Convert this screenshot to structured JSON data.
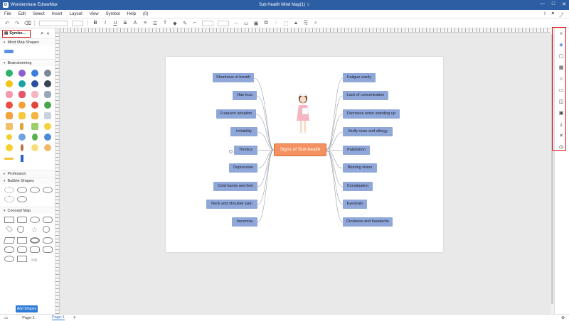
{
  "window": {
    "app_name": "Wondershare EdrawMax",
    "doc_title": "Sub Health Mind Map(1)",
    "star": "☆",
    "min": "—",
    "max": "□",
    "close": "✕"
  },
  "menu": [
    "File",
    "Edit",
    "Select",
    "Insert",
    "Layout",
    "View",
    "Symbol",
    "Help",
    "(0)"
  ],
  "menu_right": [
    "⇧",
    "⚑",
    "⤴"
  ],
  "toolbar": {
    "undo": "↶",
    "redo": "↷",
    "font_value": "",
    "size_value": ""
  },
  "panel": {
    "symbols_tab": "Symbo...",
    "search_icon": "⌕",
    "collapse_icon": "«",
    "sections": {
      "mind_map": "Mind Map Shapes",
      "brainstorming": "Brainstorming",
      "profession": "Profession",
      "bubble": "Bubble Shapes",
      "concept": "Concept Map"
    },
    "add_shapes": "Add Shapes"
  },
  "mindmap": {
    "center": "Signs of Sub-health",
    "left": [
      "Shortness of breath",
      "Hair loss",
      "Frequent urination",
      "Irritability",
      "Tinnitus",
      "Depression",
      "Cold hands and feet",
      "Neck and shoulder pain",
      "Insomnia"
    ],
    "right": [
      "Fatigue easily",
      "Lack of concentration",
      "Dizziness when standing up",
      "Stuffy nose and allergy",
      "Palpitation",
      "Blurring vision",
      "Constipation",
      "Eyestrain",
      "Dizziness and headache"
    ],
    "colors": {
      "node": "#8fa7d9",
      "center": "#f39260",
      "line": "#9aa0a8"
    }
  },
  "right_panel_icons": [
    "expand-icon",
    "fill-icon",
    "page-icon",
    "grid-icon",
    "emoji-icon",
    "presentation-icon",
    "layers-icon",
    "image-icon",
    "export-icon",
    "fit-icon",
    "history-icon"
  ],
  "status": {
    "page_label": "Page-1",
    "active_page": "Page-1",
    "add": "+"
  }
}
